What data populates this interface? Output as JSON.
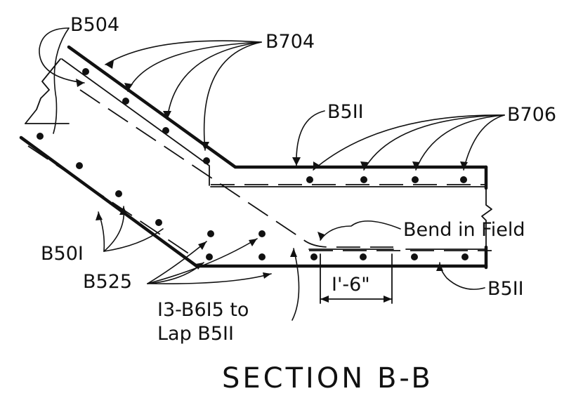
{
  "drawing": {
    "title": "SECTION B-B",
    "labels": {
      "b504": "B504",
      "b704": "B704",
      "b511_top": "B5II",
      "b706": "B706",
      "bend_in_field": "Bend in Field",
      "b501": "B50I",
      "b525": "B525",
      "dim_lap": "I'-6\"",
      "b511_bottom": "B5II",
      "note_line1": "I3-B6I5 to",
      "note_line2": "Lap B5II"
    }
  }
}
